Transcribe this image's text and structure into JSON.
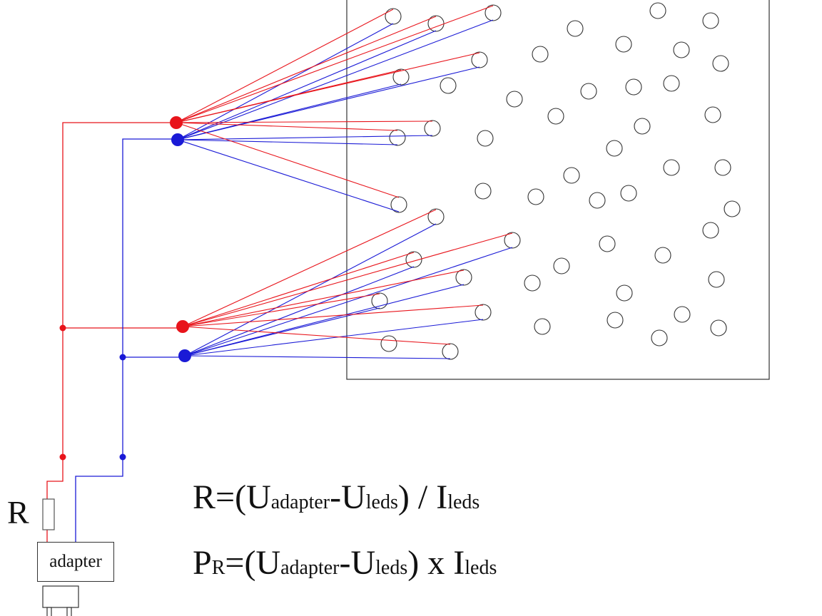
{
  "labels": {
    "resistor": "R",
    "adapter": "adapter"
  },
  "formulas": {
    "resistance": {
      "lhs": "R",
      "eq_open": "=(U",
      "sub_adapter": "adapter",
      "minus": "-U",
      "sub_leds_1": "leds",
      "close_div": ") / I",
      "sub_leds_2": "leds"
    },
    "power": {
      "lhs": "P",
      "lhs_sub": "R",
      "eq_open": "=(U",
      "sub_adapter": "adapter",
      "minus": "-U",
      "sub_leds_1": "leds",
      "close_mul": ") x I",
      "sub_leds_2": "leds"
    }
  },
  "colors": {
    "positive_wire": "#e8141b",
    "negative_wire": "#1a1ad6",
    "outline": "#333333"
  }
}
